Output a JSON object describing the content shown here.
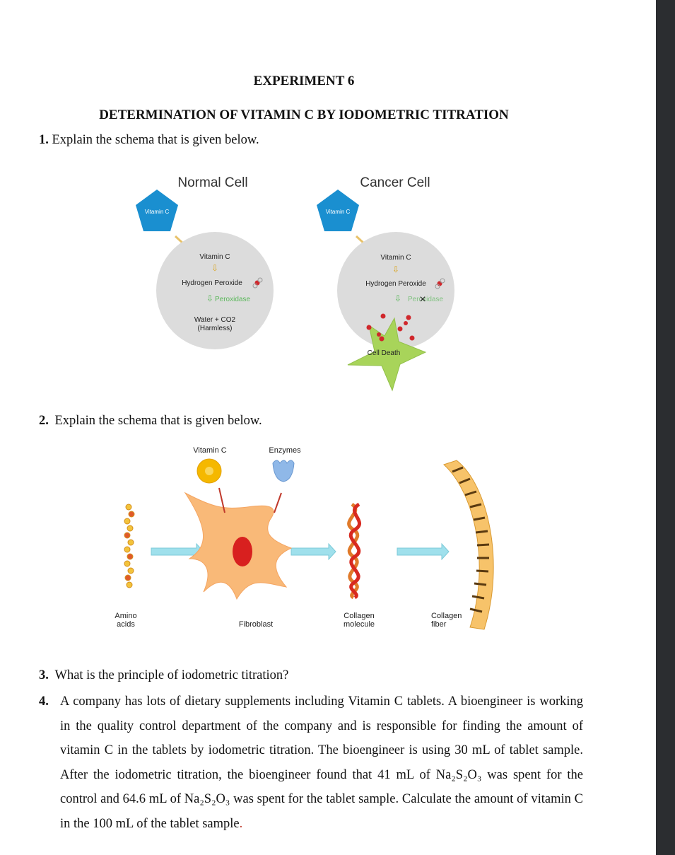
{
  "header": {
    "experiment": "EXPERIMENT 6",
    "title": "DETERMINATION OF VITAMIN C BY IODOMETRIC TITRATION"
  },
  "questions": [
    {
      "num": "1.",
      "text": "Explain the schema that is given below."
    },
    {
      "num": "2.",
      "text": "Explain the schema that is given below."
    },
    {
      "num": "3.",
      "text": "What is the principle of iodometric titration?"
    },
    {
      "num": "4.",
      "text": "A company has lots of dietary supplements including Vitamin C tablets. A bioengineer is working in the quality control department of the company and is responsible for finding the amount of vitamin C in the tablets by iodometric titration. The bioengineer is using 30 mL of tablet sample. After the iodometric titration, the bioengineer found that 41 mL of Na₂S₂O₃ was spent for the control and 64.6 mL of Na₂S₂O₃ was spent for the tablet sample. Calculate the amount of vitamin C in the 100 mL of the tablet sample",
      "end": "."
    }
  ],
  "schema1": {
    "normal": {
      "heading": "Normal Cell",
      "badge": "Vitamin C",
      "step1": "Vitamin C",
      "step2": "Hydrogen Peroxide",
      "enzyme": "Peroxidase",
      "step3": "Water + CO2",
      "step3b": "(Harmless)"
    },
    "cancer": {
      "heading": "Cancer Cell",
      "badge": "Vitamin C",
      "step1": "Vitamin C",
      "step2": "Hydrogen Peroxide",
      "enzyme": "Peroxidase",
      "result": "Cell Death"
    },
    "colors": {
      "badge": "#1a8fd0",
      "enzyme": "#5cb85c",
      "star": "#a8d45a",
      "cell": "#dcdcdc",
      "molecule": "#d0272c"
    }
  },
  "schema2": {
    "vitamin_label": "Vitamin C",
    "enzymes_label": "Enzymes",
    "amino_label_1": "Amino",
    "amino_label_2": "acids",
    "fibroblast_label": "Fibroblast",
    "collagen_mol_1": "Collagen",
    "collagen_mol_2": "molecule",
    "collagen_fib_1": "Collagen",
    "collagen_fib_2": "fiber",
    "colors": {
      "fibroblast": "#f9b978",
      "nucleus": "#d8201f",
      "arrow": "#9fe0ec",
      "vitamin": "#f5b800",
      "enzyme": "#8fb8e8",
      "fiber": "#f7c36a"
    }
  }
}
